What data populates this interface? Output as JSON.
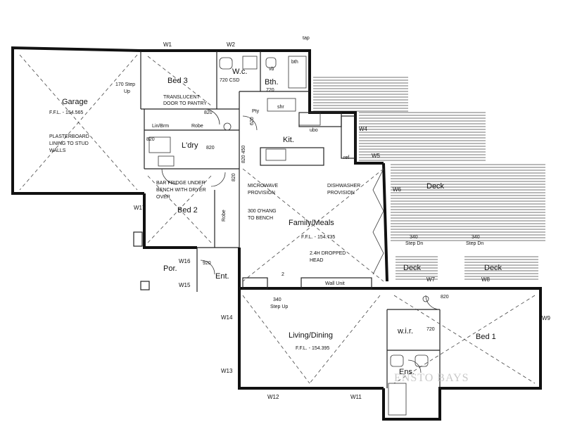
{
  "rooms": {
    "garage": "Garage",
    "garage_ffl": "F.F.L. - 154.565",
    "bed3": "Bed 3",
    "bath": "Bth.",
    "wc": "W.c.",
    "kitchen": "Kit.",
    "laundry": "L'dry",
    "bed2": "Bed 2",
    "family": "Family/Meals",
    "family_ffl": "F.F.L. - 154.735",
    "deck_main": "Deck",
    "deck_left": "Deck",
    "deck_right": "Deck",
    "porch": "Por.",
    "entry": "Ent.",
    "living": "Living/Dining",
    "living_ffl": "F.F.L. - 154.395",
    "wir": "w.i.r.",
    "bed1": "Bed 1",
    "ensuite": "Ens."
  },
  "notes": {
    "step_up_170": "170 Step",
    "step_up_170_b": "Up",
    "translucent_1": "TRANSLUCENT",
    "translucent_2": "DOOR TO PANTRY",
    "plasterboard_1": "PLASTERBOARD",
    "plasterboard_2": "LINING TO STUD",
    "plasterboard_3": "WALLS",
    "lin_brm": "Lin/Brm",
    "robe_1": "Robe",
    "robe_2": "Robe",
    "bar_fridge_1": "BAR FRIDGE UNDER",
    "bar_fridge_2": "BENCH WITH DRYER",
    "bar_fridge_3": "OVER",
    "microwave_1": "MICROWAVE",
    "microwave_2": "PROVISION",
    "dishwasher_1": "DISHWASHER",
    "dishwasher_2": "PROVISION",
    "ohang_1": "300 O'HANG",
    "ohang_2": "TO BENCH",
    "dropped_1": "2.4H DROPPED",
    "dropped_2": "HEAD",
    "wall_unit": "Wall Unit",
    "step_up_340": "340",
    "step_up_340_b": "Step Up",
    "step_dn_1": "340",
    "step_dn_1_b": "Step Dn",
    "step_dn_2": "340",
    "step_dn_2_b": "Step Dn",
    "d720_csd": "720 CSD",
    "d720_a": "720",
    "d720_wir": "720",
    "d820_a": "820",
    "d820_b": "820",
    "d820_c": "820",
    "d820_d": "820",
    "d820_bed1": "820",
    "d920": "920",
    "d620": "620",
    "d450": "820 450",
    "d2": "2",
    "pty": "Pty",
    "ref": "ref",
    "ubo": "ubo",
    "vb": "vb",
    "bth_short": "bth",
    "shr": "shr",
    "tap": "tap"
  },
  "windows": {
    "w1": "W1",
    "w2": "W2",
    "w4": "W4",
    "w5": "W5",
    "w6": "W6",
    "w7": "W7",
    "w8": "W8",
    "w9": "W9",
    "w11": "W11",
    "w12": "W12",
    "w13": "W13",
    "w14": "W14",
    "w15": "W15",
    "w16": "W16",
    "w17": "W17"
  },
  "watermark": "ENSTO BAYS"
}
